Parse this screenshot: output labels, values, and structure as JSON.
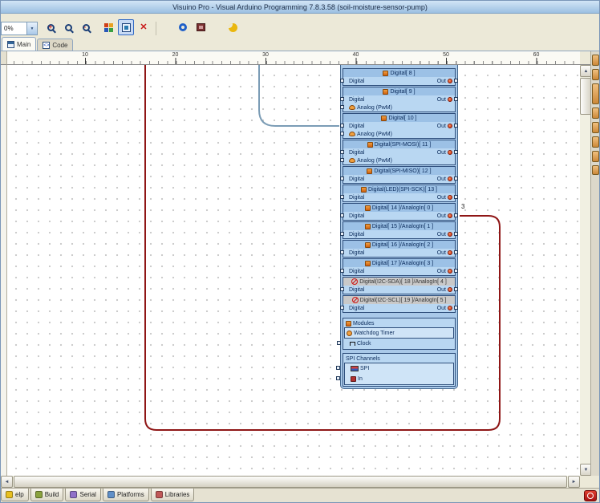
{
  "window": {
    "title": "Visuino Pro - Visual Arduino Programming 7.8.3.58 (soil-moisture-sensor-pump)"
  },
  "toolbar": {
    "zoom_value": "0%"
  },
  "doc_tabs": {
    "main": "Main",
    "code": "Code"
  },
  "ruler": {
    "marks": [
      "10",
      "20",
      "30",
      "40",
      "50",
      "60"
    ]
  },
  "board": {
    "channels": [
      {
        "header": "Digital[ 8 ]",
        "in_label": "Digital",
        "out_label": "Out",
        "pwm": null,
        "disabled": false
      },
      {
        "header": "Digital[ 9 ]",
        "in_label": "Digital",
        "out_label": "Out",
        "pwm": "Analog (PwM)",
        "disabled": false
      },
      {
        "header": "Digital[ 10 ]",
        "in_label": "Digital",
        "out_label": "Out",
        "pwm": "Analog (PwM)",
        "disabled": false
      },
      {
        "header": "Digital(SPI-MOSI)[ 11 ]",
        "in_label": "Digital",
        "out_label": "Out",
        "pwm": "Analog (PwM)",
        "disabled": false
      },
      {
        "header": "Digital(SPI-MISO)[ 12 ]",
        "in_label": "Digital",
        "out_label": "Out",
        "pwm": null,
        "disabled": false
      },
      {
        "header": "Digital(LED)(SPI-SCK)[ 13 ]",
        "in_label": "Digital",
        "out_label": "Out",
        "pwm": null,
        "disabled": false
      },
      {
        "header": "Digital[ 14 ]/AnalogIn[ 0 ]",
        "in_label": "Digital",
        "out_label": "Out",
        "pwm": null,
        "disabled": false
      },
      {
        "header": "Digital[ 15 ]/AnalogIn[ 1 ]",
        "in_label": "Digital",
        "out_label": "Out",
        "pwm": null,
        "disabled": false
      },
      {
        "header": "Digital[ 16 ]/AnalogIn[ 2 ]",
        "in_label": "Digital",
        "out_label": "Out",
        "pwm": null,
        "disabled": false
      },
      {
        "header": "Digital[ 17 ]/AnalogIn[ 3 ]",
        "in_label": "Digital",
        "out_label": "Out",
        "pwm": null,
        "disabled": false
      },
      {
        "header": "Digital(I2C-SDA)[ 18 ]/AnalogIn[ 4 ]",
        "in_label": "Digital",
        "out_label": "Out",
        "pwm": null,
        "disabled": true
      },
      {
        "header": "Digital(I2C-SCL)[ 19 ]/AnalogIn[ 5 ]",
        "in_label": "Digital",
        "out_label": "Out",
        "pwm": null,
        "disabled": true
      }
    ],
    "modules": {
      "header": "Modules",
      "watchdog_label": "Watchdog Timer",
      "clock_label": "Clock"
    },
    "spi": {
      "header": "SPI Channels",
      "spi_label": "SPI",
      "in_label": "In"
    }
  },
  "wires": {
    "connection_label": "3",
    "red_color": "#8f1616",
    "teal_color": "#7b9cb5"
  },
  "status_tabs": [
    {
      "label": "elp",
      "icon": "help-icon"
    },
    {
      "label": "Build",
      "icon": "build-icon"
    },
    {
      "label": "Serial",
      "icon": "serial-icon"
    },
    {
      "label": "Platforms",
      "icon": "platforms-icon"
    },
    {
      "label": "Libraries",
      "icon": "libraries-icon"
    }
  ]
}
